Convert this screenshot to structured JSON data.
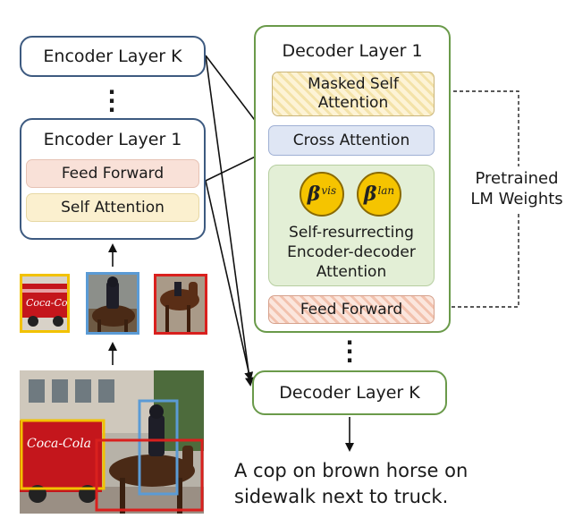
{
  "encoder": {
    "layer_k": "Encoder Layer K",
    "layer_1": "Encoder Layer 1",
    "feed_forward": "Feed Forward",
    "self_attention": "Self Attention"
  },
  "decoder": {
    "layer_1": "Decoder Layer 1",
    "masked_self_attention_line1": "Masked Self",
    "masked_self_attention_line2": "Attention",
    "cross_attention": "Cross Attention",
    "beta_vis_base": "β",
    "beta_vis_sup": "vis",
    "beta_lan_base": "β",
    "beta_lan_sup": "lan",
    "sred_line1": "Self-resurrecting",
    "sred_line2": "Encoder-decoder",
    "sred_line3": "Attention",
    "feed_forward": "Feed Forward",
    "layer_k": "Decoder Layer K"
  },
  "pretrained": {
    "line1": "Pretrained",
    "line2": "LM Weights"
  },
  "caption": {
    "line1": "A cop on brown horse on",
    "line2": "sidewalk next to truck."
  },
  "images": {
    "truck_logo": "Coca-Cola"
  },
  "colors": {
    "encoder_border": "#3d5a80",
    "decoder_border": "#6a9a4a",
    "box_yellow": "#f2c200",
    "box_blue": "#5b9bd5",
    "box_red": "#d9201e",
    "beta_fill": "#f5c400"
  }
}
